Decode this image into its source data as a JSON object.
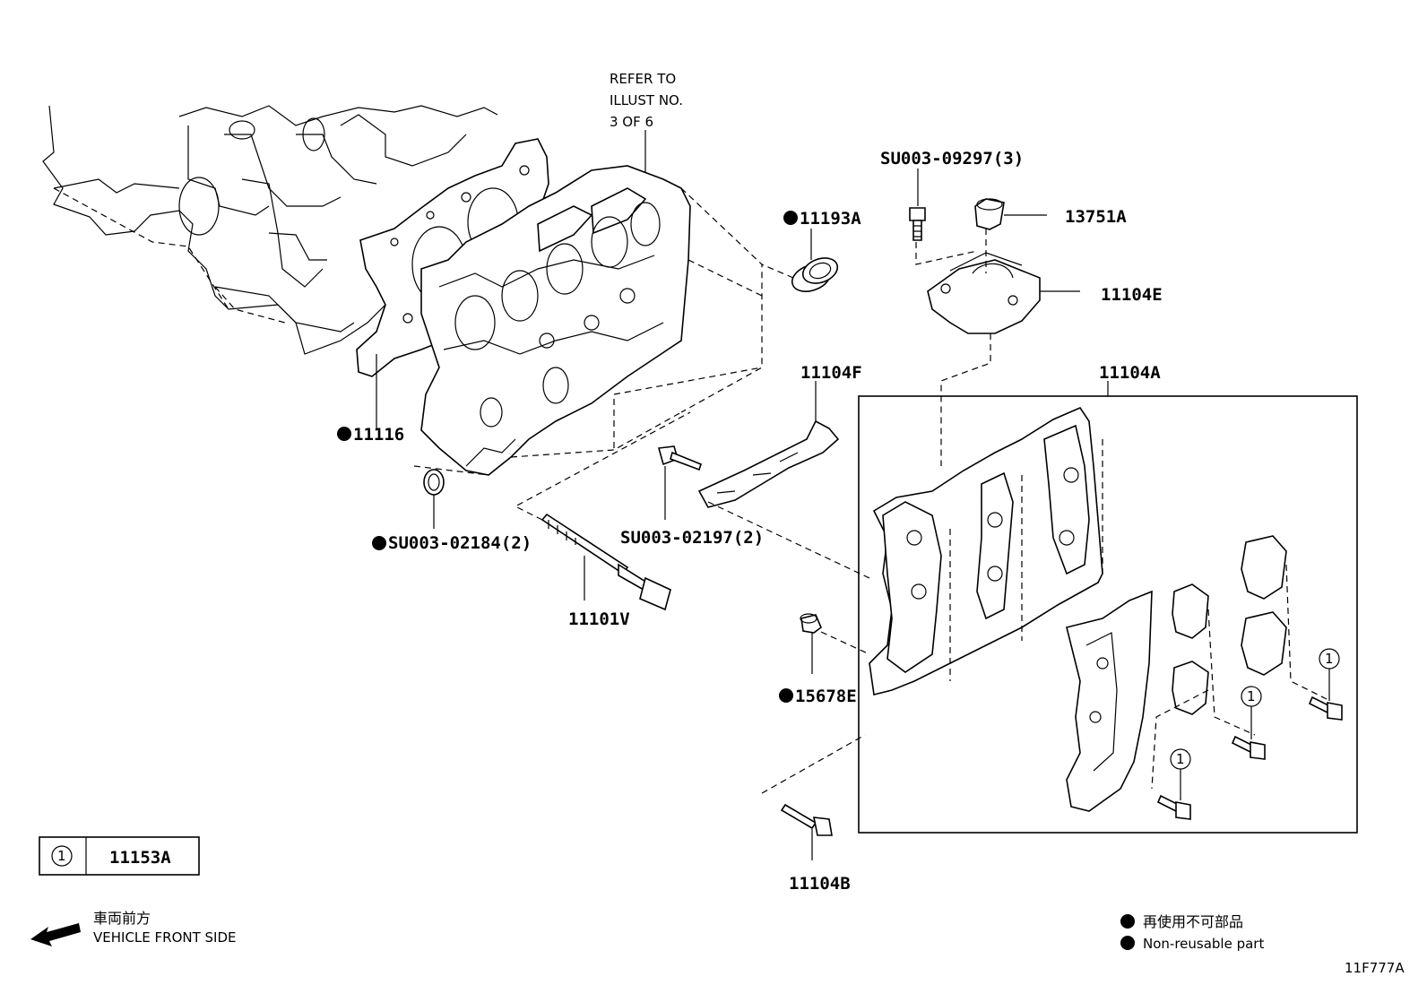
{
  "diagram_code": "11F777A",
  "refer_note": [
    "REFER TO",
    "ILLUST NO.",
    "3 OF 6"
  ],
  "parts": {
    "p11116": "11116",
    "p11193A": "11193A",
    "p13751A": "13751A",
    "p11104E": "11104E",
    "p11104F": "11104F",
    "p11104A": "11104A",
    "p11101V": "11101V",
    "p15678E": "15678E",
    "p11104B": "11104B",
    "su_02184": "SU003-02184(2)",
    "su_02197": "SU003-02197(2)",
    "su_09297": "SU003-09297(3)"
  },
  "callout": {
    "symbol": "1",
    "part": "11153A"
  },
  "front": {
    "jp": "車両前方",
    "en": "VEHICLE FRONT SIDE"
  },
  "legend": {
    "jp": "再使用不可部品",
    "en": "Non-reusable part"
  }
}
